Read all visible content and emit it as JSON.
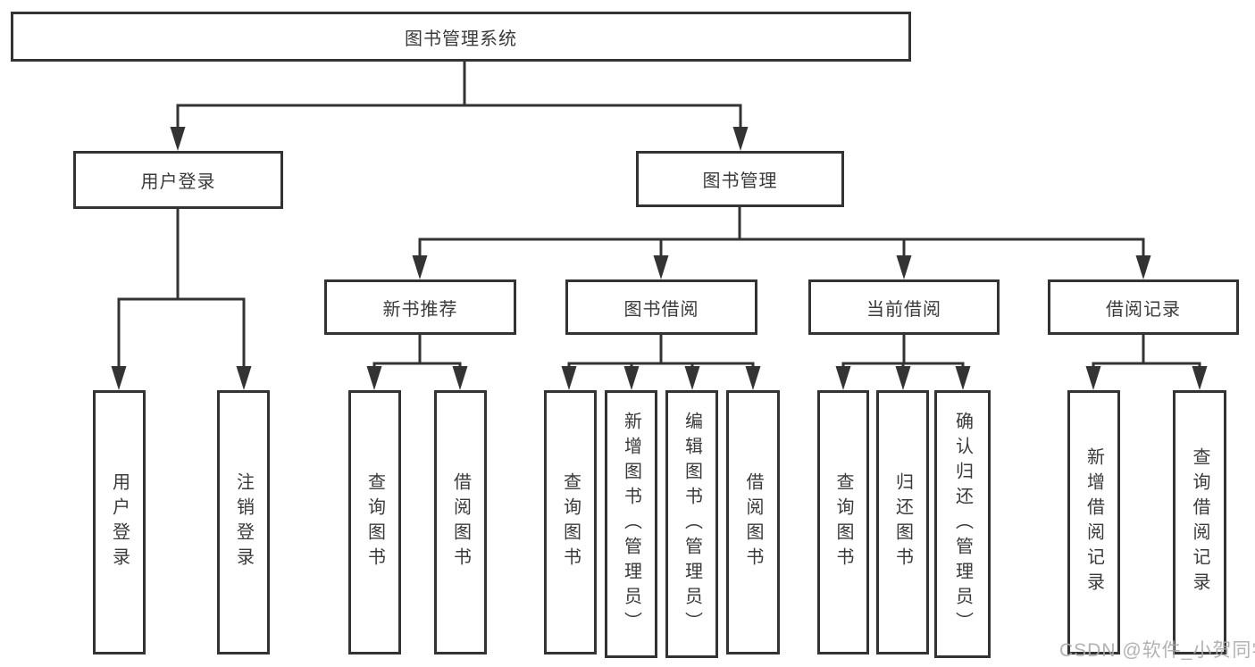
{
  "colors": {
    "line": "#333333",
    "box_border": "#333333",
    "text": "#3a3a3a",
    "watermark": "#aaaaaa",
    "background": "#ffffff"
  },
  "tree": {
    "root": "图书管理系统",
    "level2": [
      {
        "label": "用户登录",
        "leaves": [
          "用户登录",
          "注销登录"
        ]
      },
      {
        "label": "图书管理",
        "sections": [
          {
            "label": "新书推荐",
            "leaves": [
              "查询图书",
              "借阅图书"
            ]
          },
          {
            "label": "图书借阅",
            "leaves": [
              "查询图书",
              "新增图书（管理员）",
              "编辑图书（管理员）",
              "借阅图书"
            ]
          },
          {
            "label": "当前借阅",
            "leaves": [
              "查询图书",
              "归还图书",
              "确认归还（管理员）"
            ]
          },
          {
            "label": "借阅记录",
            "leaves": [
              "新增借阅记录",
              "查询借阅记录"
            ]
          }
        ]
      }
    ]
  },
  "watermark": "CSDN @软件_小贺同学"
}
